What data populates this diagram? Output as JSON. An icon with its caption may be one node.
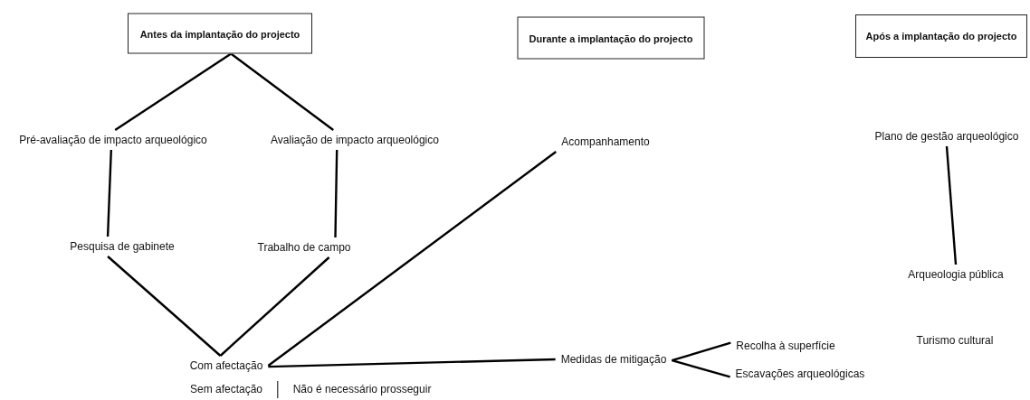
{
  "diagram": {
    "nodes": [
      {
        "text": [
          "Antes da implantação do projecto"
        ]
      },
      {
        "text": [
          "Durante a implantação do projecto"
        ]
      },
      {
        "text": [
          "Após a implantação do projecto"
        ]
      },
      {
        "text": [
          "Pré-avaliação de impacto arqueológico"
        ]
      },
      {
        "text": [
          "Avaliação de impacto arqueológico"
        ]
      },
      {
        "text": [
          "Acompanhamento"
        ]
      },
      {
        "text": [
          "Plano de gestão arqueológico"
        ]
      },
      {
        "text": [
          "Pesquisa de gabinete"
        ]
      },
      {
        "text": [
          "Trabalho de campo"
        ]
      },
      {
        "text": [
          "Arqueologia pública"
        ]
      },
      {
        "text": [
          "Com afectação"
        ]
      },
      {
        "text": [
          "Medidas de mitigação"
        ]
      },
      {
        "text": [
          "Recolha à superfície"
        ]
      },
      {
        "text": [
          "Escavações arqueológicas"
        ]
      },
      {
        "text": [
          "Turismo cultural"
        ]
      },
      {
        "text": [
          "Sem afectação"
        ]
      },
      {
        "text": [
          "Não é necessário prosseguir"
        ]
      }
    ],
    "edges": [
      {
        "from": 0,
        "to": 3,
        "arrow": "none"
      },
      {
        "from": 0,
        "to": 4,
        "arrow": "none"
      },
      {
        "from": 3,
        "to": 7,
        "arrow": "none"
      },
      {
        "from": 4,
        "to": 8,
        "arrow": "none"
      },
      {
        "from": 7,
        "to": 10,
        "arrow": "none"
      },
      {
        "from": 8,
        "to": 10,
        "arrow": "none"
      },
      {
        "from": 10,
        "to": 5,
        "arrow": "none"
      },
      {
        "from": 10,
        "to": 11,
        "arrow": "none"
      },
      {
        "from": 11,
        "to": 12,
        "arrow": "none"
      },
      {
        "from": 11,
        "to": 13,
        "arrow": "none"
      },
      {
        "from": 6,
        "to": 9,
        "arrow": "none"
      }
    ]
  }
}
